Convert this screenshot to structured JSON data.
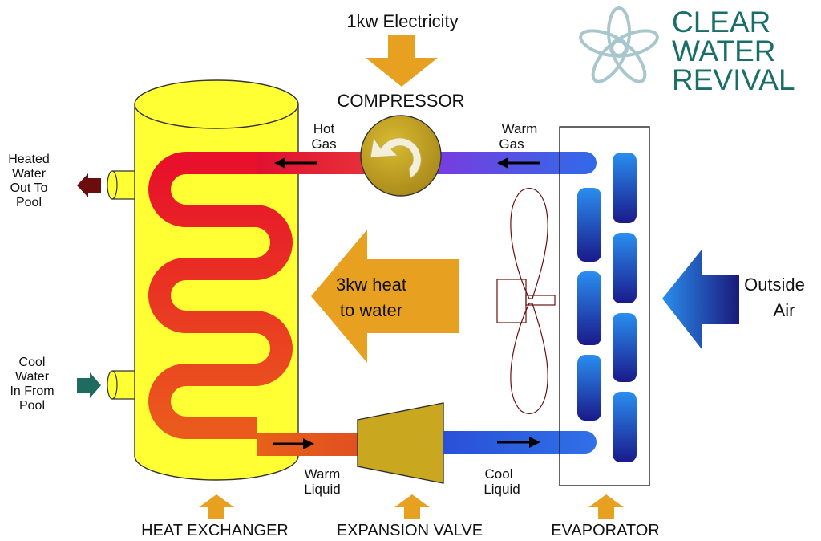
{
  "logo": {
    "line1": "CLEAR",
    "line2": "WATER",
    "line3": "REVIVAL"
  },
  "input": {
    "electricity": "1kw Electricity"
  },
  "components": {
    "compressor": "COMPRESSOR",
    "heat_exchanger": "HEAT EXCHANGER",
    "expansion_valve": "EXPANSION VALVE",
    "evaporator": "EVAPORATOR"
  },
  "flows": {
    "hot_gas": {
      "line1": "Hot",
      "line2": "Gas"
    },
    "warm_gas": {
      "line1": "Warm",
      "line2": "Gas"
    },
    "warm_liquid": {
      "line1": "Warm",
      "line2": "Liquid"
    },
    "cool_liquid": {
      "line1": "Cool",
      "line2": "Liquid"
    }
  },
  "water": {
    "heated_out": {
      "line1": "Heated",
      "line2": "Water",
      "line3": "Out To",
      "line4": "Pool"
    },
    "cool_in": {
      "line1": "Cool",
      "line2": "Water",
      "line3": "In From",
      "line4": "Pool"
    }
  },
  "heat_transfer": {
    "line1": "3kw heat",
    "line2": "to water"
  },
  "outside_air": {
    "line1": "Outside",
    "line2": "Air"
  },
  "colors": {
    "tank": "#ffff33",
    "hot_pipe": "#e0202a",
    "warm_pipe": "#e8551e",
    "gas_pipe_start": "#8a2be2",
    "gas_pipe_end": "#3060e0",
    "orange_arrow": "#e8a020",
    "compressor": "#c9a820",
    "logo": "#1a6e6a",
    "heated_out_arrow": "#6b0d0d",
    "cool_in_arrow": "#1f6b60"
  }
}
